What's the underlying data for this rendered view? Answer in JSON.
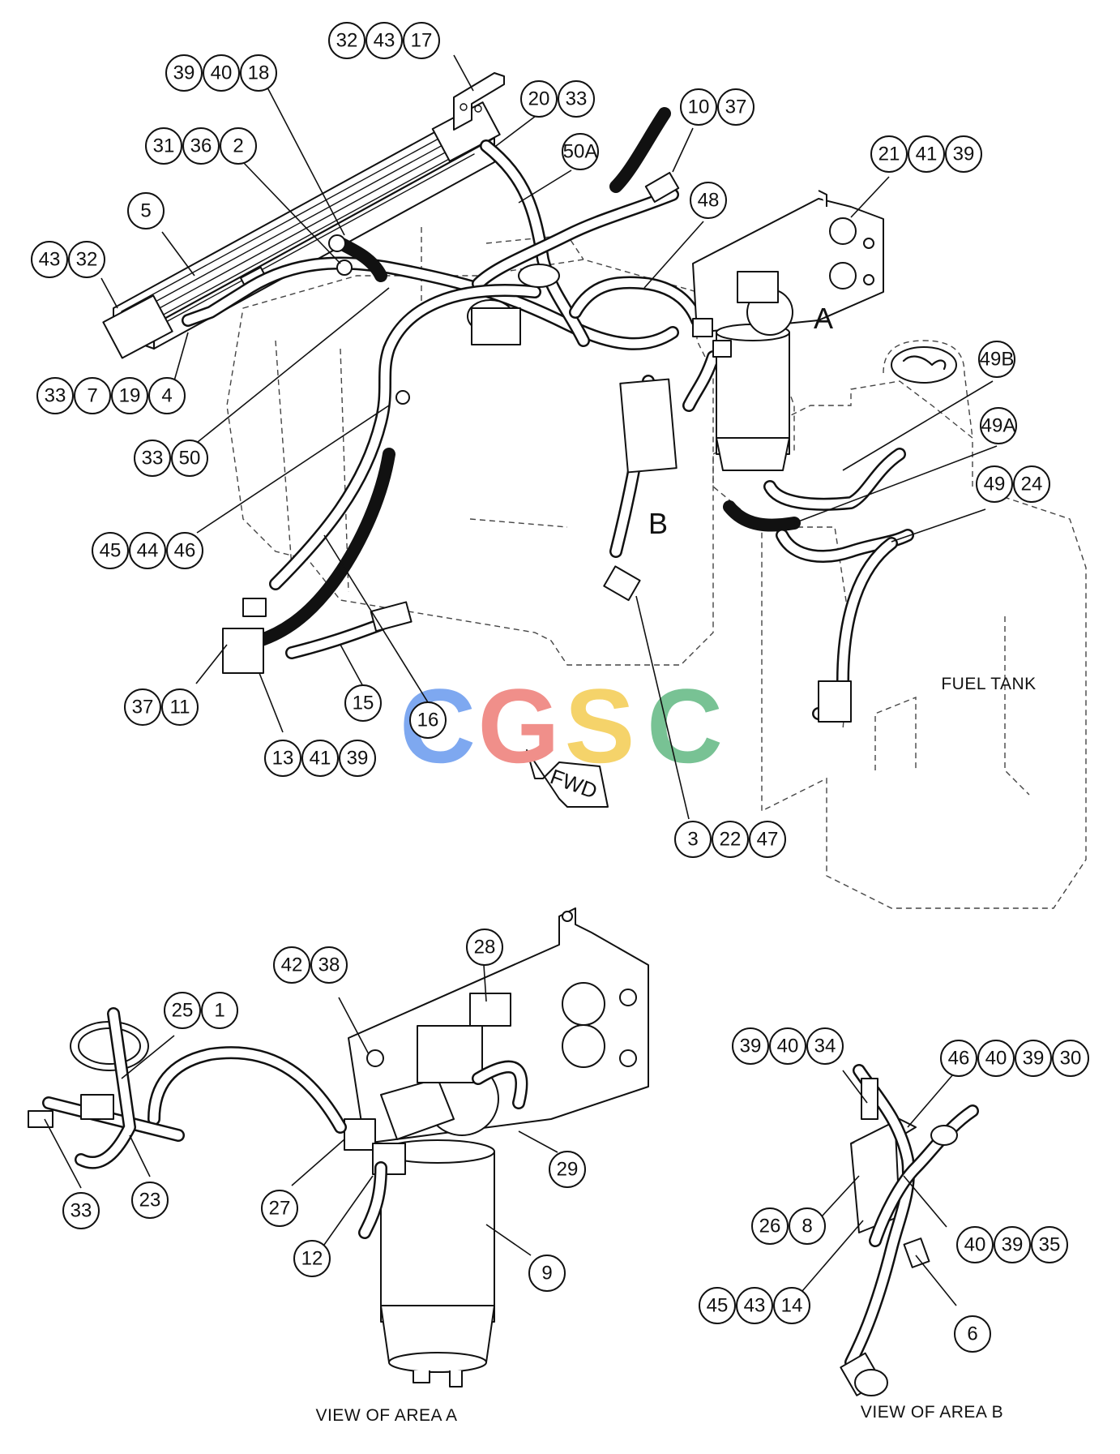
{
  "view_labels": {
    "area_a": "A",
    "area_b": "B"
  },
  "fuel_tank_label": "FUEL TANK",
  "fwd_label": "FWD",
  "caption_a": "VIEW OF AREA A",
  "caption_b": "VIEW OF AREA B",
  "watermark": {
    "letters": [
      "C",
      "G",
      "S",
      "C"
    ],
    "colors": [
      "#7ea8f0",
      "#f08f8a",
      "#f5d36a",
      "#78c294"
    ]
  },
  "callout_groups": [
    [
      "32",
      "43",
      "17"
    ],
    [
      "39",
      "40",
      "18"
    ],
    [
      "20",
      "33"
    ],
    [
      "31",
      "36",
      "2"
    ],
    [
      "50A"
    ],
    [
      "10",
      "37"
    ],
    [
      "5"
    ],
    [
      "48"
    ],
    [
      "21",
      "41",
      "39"
    ],
    [
      "43",
      "32"
    ],
    [
      "33",
      "7",
      "19",
      "4"
    ],
    [
      "49B"
    ],
    [
      "33",
      "50"
    ],
    [
      "49A"
    ],
    [
      "49",
      "24"
    ],
    [
      "45",
      "44",
      "46"
    ],
    [
      "37",
      "11"
    ],
    [
      "15"
    ],
    [
      "16"
    ],
    [
      "13",
      "41",
      "39"
    ],
    [
      "3",
      "22",
      "47"
    ],
    [
      "28"
    ],
    [
      "42",
      "38"
    ],
    [
      "25",
      "1"
    ],
    [
      "39",
      "40",
      "34"
    ],
    [
      "46",
      "40",
      "39",
      "30"
    ],
    [
      "29"
    ],
    [
      "33"
    ],
    [
      "23"
    ],
    [
      "27"
    ],
    [
      "12"
    ],
    [
      "9"
    ],
    [
      "26",
      "8"
    ],
    [
      "40",
      "39",
      "35"
    ],
    [
      "45",
      "43",
      "14"
    ],
    [
      "6"
    ]
  ]
}
